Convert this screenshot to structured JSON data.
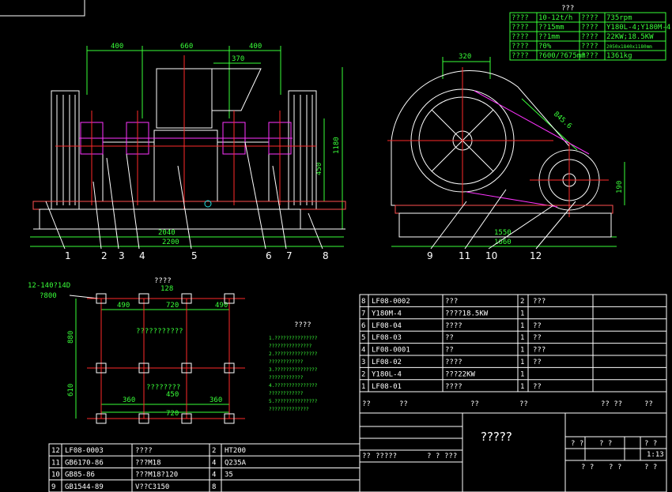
{
  "colors": {
    "background": "#000000",
    "outline": "#ffffff",
    "dimension": "#33ff33",
    "centerline": "#ff2a2a",
    "machinery": "#ff33ff",
    "base": "#ff5050",
    "cyan": "#22e0e0"
  },
  "front_view": {
    "dims_top": [
      "400",
      "660",
      "370",
      "400"
    ],
    "dim_height_total": "1180",
    "dim_height_mid": "450",
    "dims_bottom": [
      "2040",
      "2200"
    ],
    "balloons": [
      "1",
      "2",
      "3",
      "4",
      "5",
      "6",
      "7",
      "8"
    ]
  },
  "side_view": {
    "dim_top": "320",
    "dim_diag": "845.6",
    "dim_right": "190",
    "dims_bottom": [
      "1550",
      "1660"
    ],
    "balloons": [
      "9",
      "11",
      "10",
      "12"
    ]
  },
  "foundation": {
    "title": "????",
    "bolt_note": "12-140?14D",
    "bolt_sub": "?800",
    "dim_top": "128",
    "dims_row1": [
      "490",
      "720",
      "490"
    ],
    "dims_left": [
      "880",
      "610"
    ],
    "center_label": "???????????",
    "center_label2": "????????",
    "dims_bottom": [
      "360",
      "450",
      "360"
    ],
    "dim_bottom_total": "720"
  },
  "notes": {
    "title": "????",
    "lines": [
      "1.???????????????",
      "???????????????",
      "2.???????????????",
      "????????????",
      "3.???????????????",
      "????????????",
      "4.???????????????",
      "????????????",
      "5.???????????????",
      "??????????????"
    ]
  },
  "specs": {
    "title": "???",
    "rows": [
      [
        "????",
        "10-12t/h",
        "????",
        "735rpm"
      ],
      [
        "????",
        "??15mm",
        "????",
        "Y180L-4;Y180M-4"
      ],
      [
        "????",
        "??1mm",
        "????",
        "22KW;18.5KW"
      ],
      [
        "????",
        "?0%",
        "????",
        "2050x1840x1180mm"
      ],
      [
        "????",
        "?600/?675mm",
        "????",
        "1361kg"
      ]
    ]
  },
  "parts_top": [
    [
      "8",
      "LF08-0002",
      "???",
      "2",
      "???"
    ],
    [
      "7",
      "Y180M-4",
      "????18.5KW",
      "1",
      ""
    ],
    [
      "6",
      "LF08-04",
      "????",
      "1",
      "??"
    ],
    [
      "5",
      "LF08-03",
      "??",
      "1",
      "??"
    ],
    [
      "4",
      "LF08-0001",
      "??",
      "1",
      "???"
    ],
    [
      "3",
      "LF08-02",
      "????",
      "1",
      "??"
    ],
    [
      "2",
      "Y180L-4",
      "???22KW",
      "1",
      ""
    ],
    [
      "1",
      "LF08-01",
      "????",
      "1",
      "??"
    ]
  ],
  "parts_header": [
    "??",
    "??",
    "??",
    "??",
    "?? ??",
    "??"
  ],
  "parts_bottom": [
    [
      "12",
      "LF08-0003",
      "????",
      "2",
      "HT200"
    ],
    [
      "11",
      "GB6170-86",
      "???M18",
      "4",
      "Q235A"
    ],
    [
      "10",
      "GB85-86",
      "???M18?120",
      "4",
      "35"
    ],
    [
      "9",
      "GB1544-89",
      "V??C3150",
      "8",
      ""
    ]
  ],
  "title_block": {
    "name": "?????",
    "sign_row": [
      "??",
      "?????",
      "? ?",
      "???"
    ],
    "scale_labels": [
      "? ?",
      "? ?",
      "? ?"
    ],
    "scale": "1:13",
    "sheet": [
      "? ?",
      "? ?",
      "? ?"
    ]
  }
}
